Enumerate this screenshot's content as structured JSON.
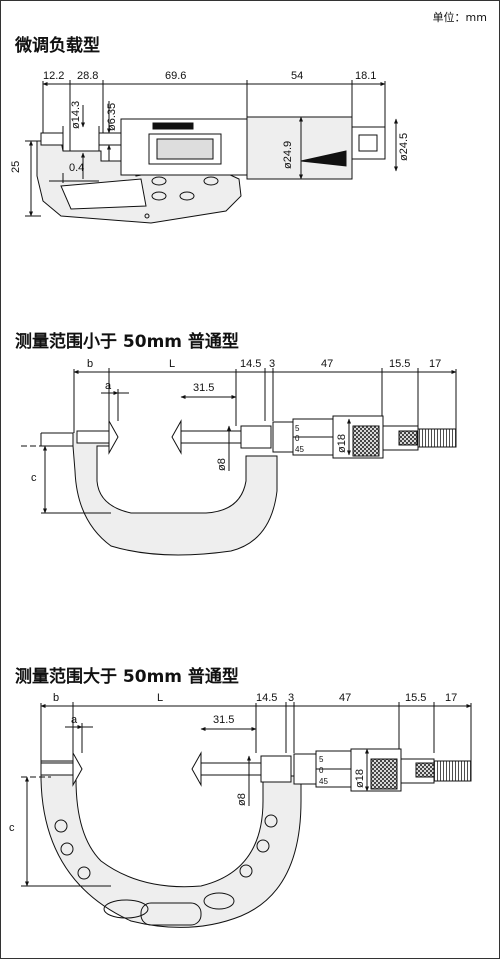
{
  "unit_label": "单位：mm",
  "sections": [
    {
      "title": "微调负载型",
      "dims_top": [
        "12.2",
        "28.8",
        "69.6",
        "54",
        "18.1"
      ],
      "dims_other": {
        "d1": "ø14.3",
        "d2": "ø6.35",
        "d3": "ø24.9",
        "d4": "ø24.5",
        "h": "25",
        "gap": "0.4"
      }
    },
    {
      "title": "测量范围小于 50mm 普通型",
      "dims_top": [
        "b",
        "L",
        "14.5",
        "3",
        "47",
        "15.5",
        "17"
      ],
      "dims_other": {
        "a": "a",
        "len": "31.5",
        "spindle": "ø8",
        "thimble": "ø18",
        "c": "c",
        "scale_5": "5",
        "scale_0": "0",
        "scale_45": "45"
      }
    },
    {
      "title": "测量范围大于 50mm 普通型",
      "dims_top": [
        "b",
        "L",
        "14.5",
        "3",
        "47",
        "15.5",
        "17"
      ],
      "dims_other": {
        "a": "a",
        "len": "31.5",
        "spindle": "ø8",
        "thimble": "ø18",
        "c": "c",
        "scale_5": "5",
        "scale_0": "0",
        "scale_45": "45"
      }
    }
  ]
}
